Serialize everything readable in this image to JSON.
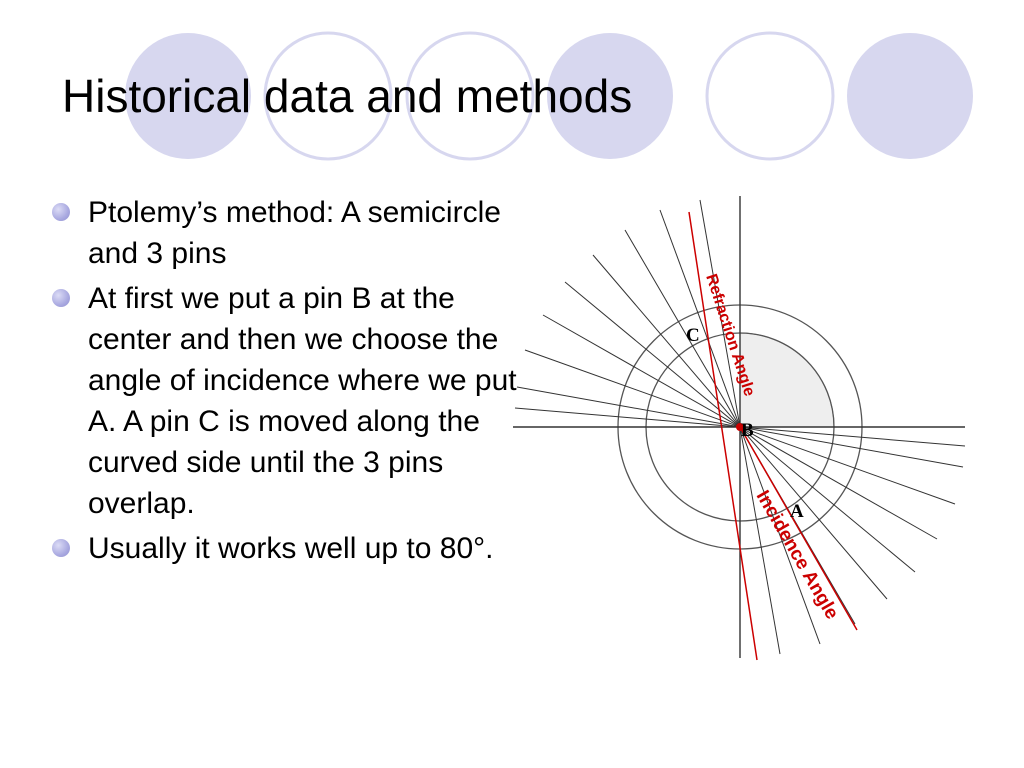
{
  "slide": {
    "title": "Historical data and methods",
    "bullets": [
      "Ptolemy’s method: A semicircle and 3 pins",
      "At first we put a pin B at the center and then we choose the angle of incidence where we put A. A pin C is moved along the curved side until the 3 pins overlap.",
      "Usually it works well up to 80°."
    ]
  },
  "diagram": {
    "pin_labels": {
      "a": "A",
      "b": "B",
      "c": "C"
    },
    "refraction_label": "Refraction Angle",
    "incidence_label": "Incidence Angle"
  },
  "colors": {
    "decor_circle": "#d7d7ef",
    "annotation_red": "#cc0000",
    "bullet": "#a9a9e0"
  }
}
